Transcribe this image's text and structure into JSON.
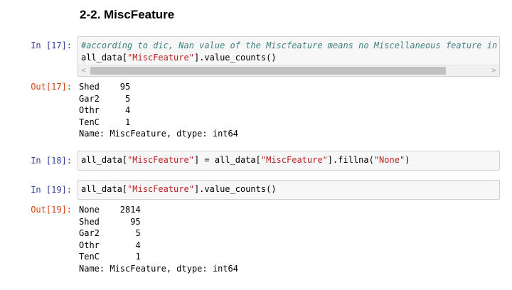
{
  "heading": "2-2. MiscFeature",
  "cells": [
    {
      "in_prompt": "In [17]:",
      "code_comment": "#according to dic, Nan value of the Miscfeature means no Miscellaneous feature in",
      "code_pre": "all_data[",
      "code_str": "\"MiscFeature\"",
      "code_post": "].value_counts()",
      "out_prompt": "Out[17]:",
      "output": [
        "Shed    95",
        "Gar2     5",
        "Othr     4",
        "TenC     1",
        "Name: MiscFeature, dtype: int64"
      ]
    },
    {
      "in_prompt": "In [18]:",
      "code_a": "all_data[",
      "code_s1": "\"MiscFeature\"",
      "code_b": "] = all_data[",
      "code_s2": "\"MiscFeature\"",
      "code_c": "].fillna(",
      "code_s3": "\"None\"",
      "code_d": ")"
    },
    {
      "in_prompt": "In [19]:",
      "code_pre": "all_data[",
      "code_str": "\"MiscFeature\"",
      "code_post": "].value_counts()",
      "out_prompt": "Out[19]:",
      "output": [
        "None    2814",
        "Shed      95",
        "Gar2       5",
        "Othr       4",
        "TenC       1",
        "Name: MiscFeature, dtype: int64"
      ]
    }
  ],
  "scrollbar": {
    "left_arrow": "<",
    "right_arrow": ">"
  },
  "colors": {
    "in_prompt": "#303f9f",
    "out_prompt": "#d84315",
    "string": "#ba2121",
    "comment": "#408080"
  }
}
